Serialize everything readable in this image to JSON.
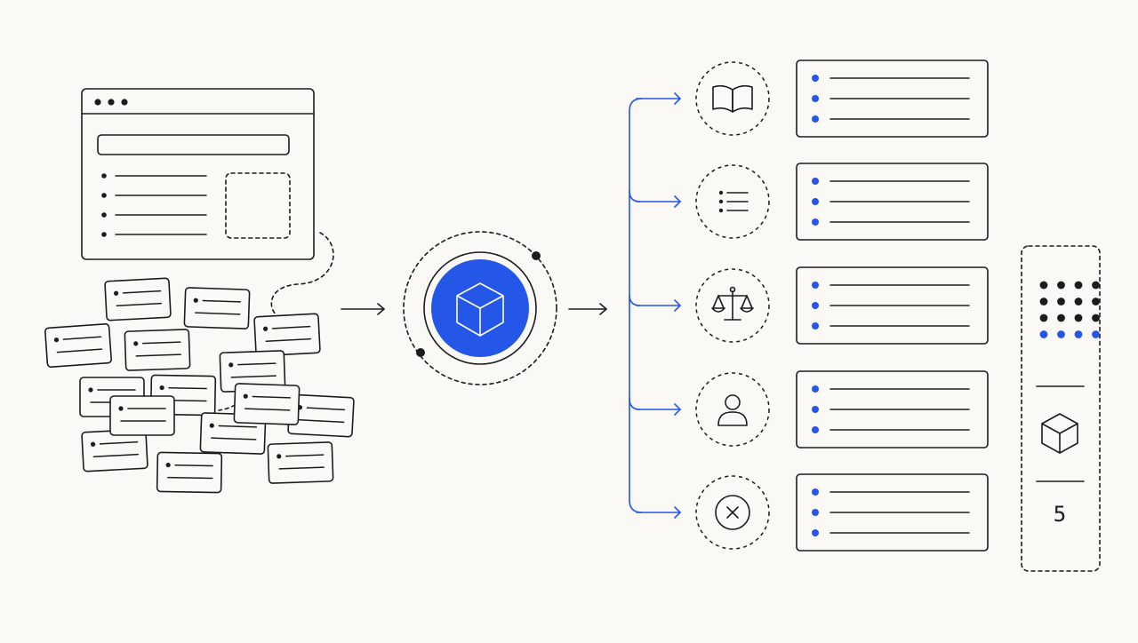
{
  "colors": {
    "ink": "#1c1c1c",
    "accent": "#2456e8",
    "background": "#fbf9f5"
  },
  "source": {
    "window_icon": "browser-window-icon",
    "scattered_note_count": 15
  },
  "hub": {
    "icon": "cube-icon"
  },
  "categories": [
    {
      "icon": "book-icon"
    },
    {
      "icon": "list-icon"
    },
    {
      "icon": "scales-icon"
    },
    {
      "icon": "person-icon"
    },
    {
      "icon": "close-circle-icon"
    }
  ],
  "output_card_bullet_count": 3,
  "summary_panel": {
    "dot_grid": {
      "rows": 4,
      "cols": 4,
      "blue_rows": 1
    },
    "icon": "cube-icon",
    "count": "5"
  }
}
